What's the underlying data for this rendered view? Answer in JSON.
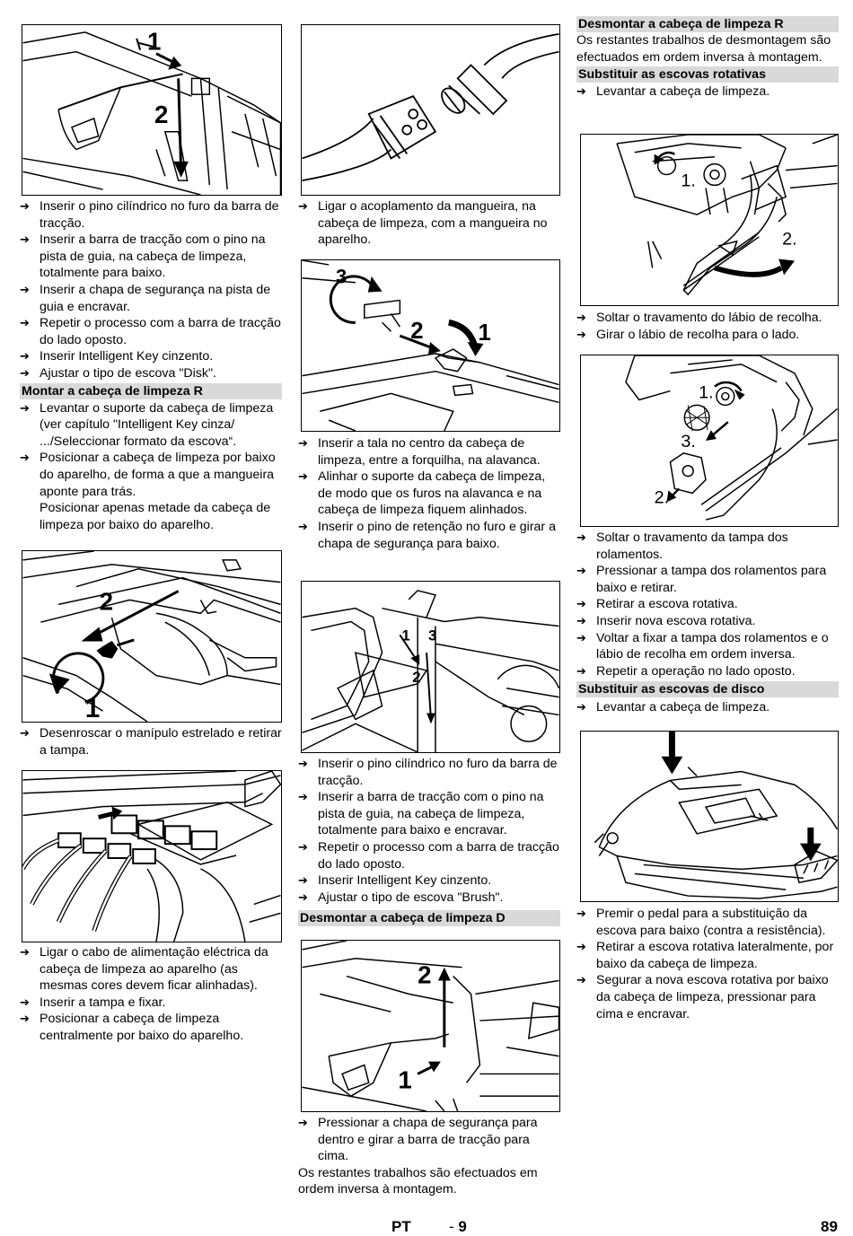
{
  "col1": {
    "steps_a": [
      "Inserir o pino cilíndrico no furo da barra de tracção.",
      "Inserir a barra de tracção com o pino na pista de guia, na cabeça de limpeza, totalmente para baixo.",
      "Inserir a chapa de segurança na pista de guia e encravar.",
      "Repetir o processo com a barra de tracção do lado oposto.",
      "Inserir Intelligent Key cinzento.",
      "Ajustar o tipo de escova \"Disk\"."
    ],
    "heading_mount_r": "Montar a cabeça de limpeza R",
    "steps_b": [
      "Levantar o suporte da cabeça de limpeza (ver capítulo \"Intelligent Key cinza/ .../Seleccionar formato da escova“.",
      "Posicionar a cabeça de limpeza por baixo do aparelho, de forma a que a mangueira aponte para trás."
    ],
    "steps_b_extra": "Posicionar apenas metade da cabeça de limpeza por baixo do aparelho.",
    "steps_c": [
      "Desenroscar o manípulo estrelado e retirar a tampa."
    ],
    "steps_d": [
      "Ligar o cabo de alimentação eléctrica da cabeça de limpeza ao aparelho (as mesmas cores devem ficar alinhadas).",
      "Inserir a tampa e fixar.",
      "Posicionar a cabeça de limpeza centralmente por baixo do aparelho."
    ]
  },
  "col2": {
    "steps_a": [
      "Ligar o acoplamento da mangueira, na cabeça de limpeza, com a mangueira no aparelho."
    ],
    "steps_b": [
      "Inserir a tala no centro da cabeça de limpeza, entre a forquilha, na alavanca.",
      "Alinhar o suporte da cabeça de limpeza, de modo que os furos na alavanca e na cabeça de limpeza fiquem alinhados.",
      "Inserir o pino de retenção no furo e girar a chapa de segurança para baixo."
    ],
    "steps_c": [
      "Inserir o pino cilíndrico no furo da barra de tracção.",
      "Inserir a barra de tracção com o pino na pista de guia, na cabeça de limpeza, totalmente para baixo e encravar.",
      "Repetir o processo com a barra de tracção do lado oposto.",
      "Inserir Intelligent Key cinzento.",
      "Ajustar o tipo de escova \"Brush\"."
    ],
    "heading_dismount_d": "Desmontar a cabeça de limpeza D",
    "steps_d": [
      "Pressionar a chapa de segurança para dentro e girar a barra de tracção para cima."
    ],
    "para_d": "Os restantes trabalhos são efectuados em ordem inversa à montagem."
  },
  "col3": {
    "heading_dismount_r": "Desmontar a cabeça de limpeza R",
    "para_r": "Os restantes trabalhos de desmontagem são efectuados em ordem inversa à montagem.",
    "heading_rollers": "Substituir as escovas rotativas",
    "steps_a": [
      "Levantar a cabeça de limpeza."
    ],
    "steps_b": [
      "Soltar o travamento do lábio de recolha.",
      "Girar o lábio de recolha para o lado."
    ],
    "steps_c": [
      "Soltar o travamento da tampa dos rolamentos.",
      "Pressionar a tampa dos rolamentos para baixo e retirar.",
      "Retirar a escova rotativa.",
      "Inserir nova escova rotativa.",
      "Voltar a fixar a tampa dos rolamentos e o lábio de recolha em ordem inversa.",
      "Repetir a operação no lado oposto."
    ],
    "heading_disc": "Substituir as escovas de disco",
    "steps_d": [
      "Levantar a cabeça de limpeza."
    ],
    "steps_e": [
      "Premir o pedal para a substituição da escova para baixo (contra a resistência).",
      "Retirar a escova rotativa lateralmente, por baixo da cabeça de limpeza.",
      "Segurar a nova escova rotativa por baixo da cabeça de limpeza, pressionar para cima e encravar."
    ]
  },
  "figure_labels": {
    "f1": [
      "1",
      "2"
    ],
    "f3": [
      "1",
      "2"
    ],
    "f5": [
      "3",
      "2",
      "1"
    ],
    "f6": [
      "1",
      "3",
      "2"
    ],
    "f7": [
      "2",
      "1"
    ],
    "f8": [
      "1.",
      "2."
    ],
    "f9": [
      "1.",
      "3.",
      "2."
    ]
  },
  "footer": {
    "lang": "PT",
    "page_dash": "- ",
    "page_local": "9",
    "page_number": "89"
  },
  "arrow_glyph": "➔"
}
